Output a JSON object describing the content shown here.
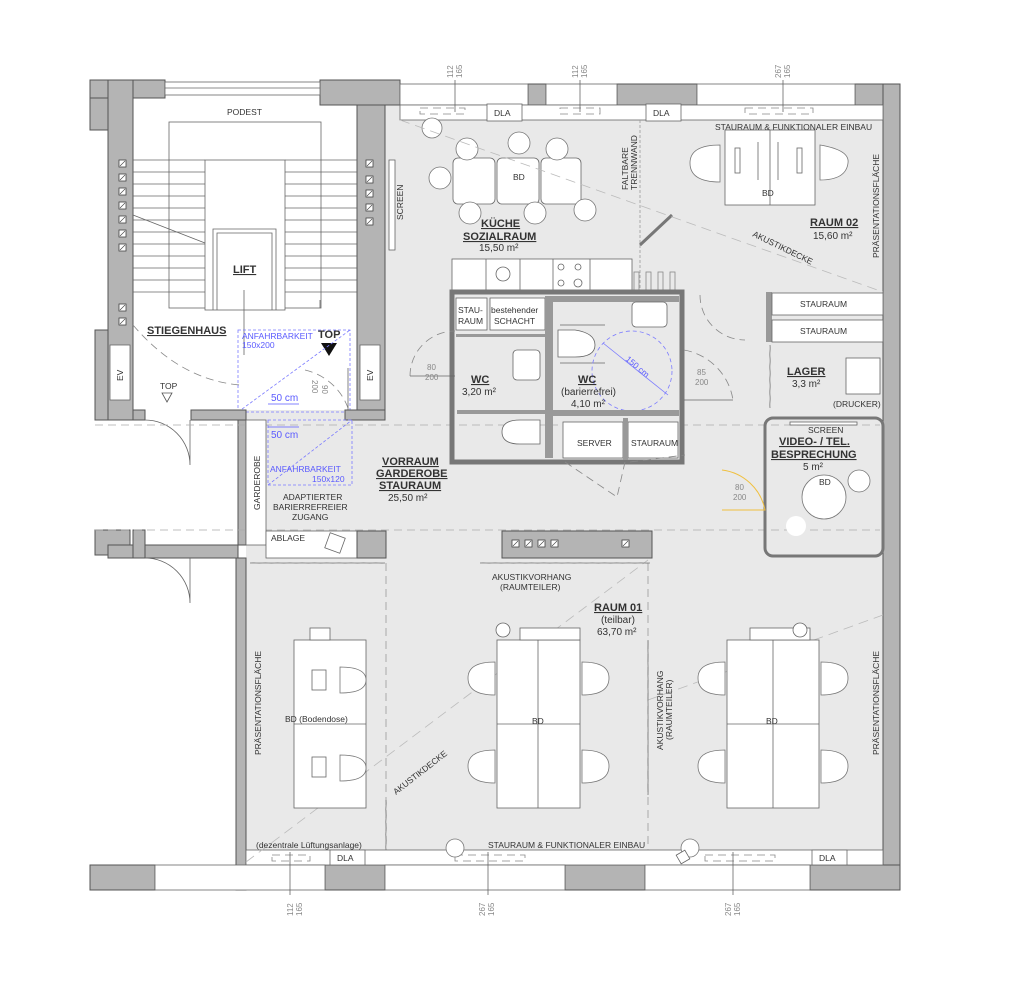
{
  "colors": {
    "wall": "#b4b4b4",
    "floor": "#e9e9e9",
    "accessibility": "#5a5aff",
    "door_highlight": "#f0c040"
  },
  "window_dims": {
    "top": [
      [
        "112",
        "165"
      ],
      [
        "112",
        "165"
      ],
      [
        "267",
        "165"
      ]
    ],
    "bottom": [
      [
        "112",
        "165"
      ],
      [
        "267",
        "165"
      ],
      [
        "267",
        "165"
      ]
    ]
  },
  "dla": "DLA",
  "stairwell": {
    "podest": "PODEST",
    "lift": "LIFT",
    "title": "STIEGENHAUS",
    "top_marker": "TOP",
    "top_arrow": "TOP",
    "ev": "EV",
    "access_zone_a": "ANFAHRBARKEIT",
    "access_size_a": "150x200",
    "clearance": "50 cm",
    "door_dims": [
      "90",
      "200"
    ]
  },
  "kitchen": {
    "screen": "SCREEN",
    "name": "KÜCHE",
    "name2": "SOZIALRAUM",
    "area": "15,50 m²",
    "bd": "BD",
    "partition": "FALTBARE",
    "partition2": "TRENNWAND"
  },
  "raum02": {
    "storage": "STAURAUM & FUNKTIONALER EINBAU",
    "name": "RAUM 02",
    "area": "15,60 m²",
    "bd": "BD",
    "ceiling": "AKUSTIKDECKE",
    "presentation": "PRÄSENTATIONSFLÄCHE"
  },
  "core": {
    "stauraum_small": "STAU-",
    "stauraum_small2": "RAUM",
    "shaft": "bestehender",
    "shaft2": "SCHACHT",
    "wc_name": "WC",
    "wc_area": "3,20 m²",
    "wc_door": [
      "80",
      "200"
    ],
    "wcb_name": "WC",
    "wcb_sub": "(barierrefrei)",
    "wcb_area": "4,10 m²",
    "turning_circle": "150 cm",
    "wcb_door": [
      "85",
      "200"
    ],
    "server": "SERVER",
    "stauraum": "STAURAUM"
  },
  "storage_right": [
    "STAURAUM",
    "STAURAUM"
  ],
  "lager": {
    "name": "LAGER",
    "area": "3,3 m²",
    "printer": "(DRUCKER)"
  },
  "video": {
    "screen": "SCREEN",
    "name": "VIDEO- / TEL.",
    "name2": "BESPRECHUNG",
    "area": "5 m²",
    "bd": "BD",
    "door": [
      "80",
      "200"
    ]
  },
  "vorraum": {
    "access_zone_b": "ANFAHRBARKEIT",
    "access_size_b": "150x120",
    "clearance": "50 cm",
    "garderobe": "GARDEROBE",
    "note": "ADAPTIERTER",
    "note2": "BARIERREFREIER",
    "note3": "ZUGANG",
    "name": "VORRAUM",
    "name2": "GARDEROBE",
    "name3": "STAURAUM",
    "area": "25,50 m²",
    "ablage": "ABLAGE"
  },
  "raum01": {
    "curtain": "AKUSTIKVORHANG",
    "curtain2": "(RAUMTEILER)",
    "name": "RAUM 01",
    "sub": "(teilbar)",
    "area": "63,70 m²",
    "presentation": "PRÄSENTATIONSFLÄCHE",
    "bd_floor": "BD (Bodendose)",
    "bd": "BD",
    "ceiling": "AKUSTIKDECKE",
    "ventilation": "(dezentrale Lüftungsanlage)",
    "storage": "STAURAUM & FUNKTIONALER EINBAU"
  }
}
